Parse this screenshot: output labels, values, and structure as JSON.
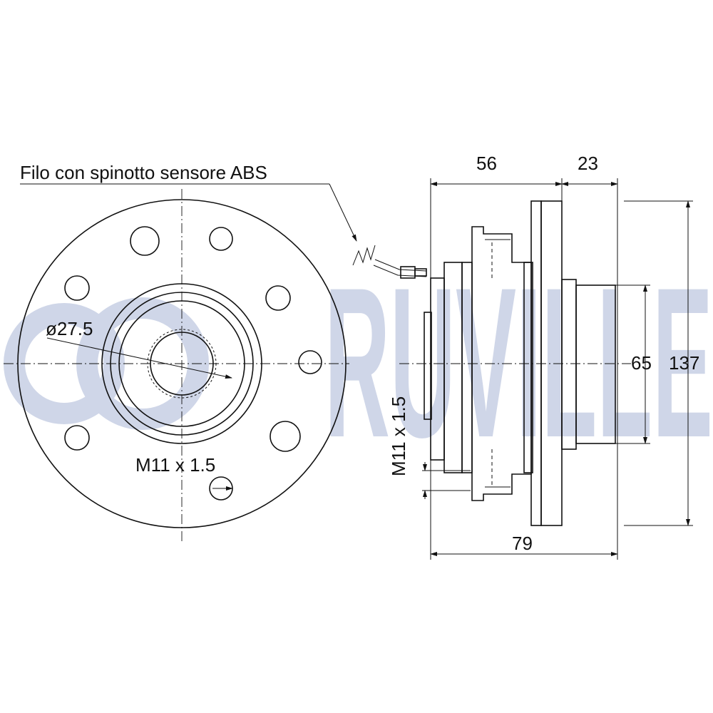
{
  "logo": {
    "text": "RUVILLE",
    "color": "#cfd6e8"
  },
  "labels": {
    "sensor_note": "Filo con spinotto sensore ABS",
    "diameter": "ø27.5",
    "thread_front": "M11 x 1.5",
    "thread_side": "M11 x 1.5"
  },
  "dimensions": {
    "width_56": "56",
    "width_23": "23",
    "width_79": "79",
    "diam_65": "65",
    "diam_137": "137"
  },
  "colors": {
    "line": "#111111",
    "watermark": "#cfd6e8",
    "background": "#ffffff"
  }
}
